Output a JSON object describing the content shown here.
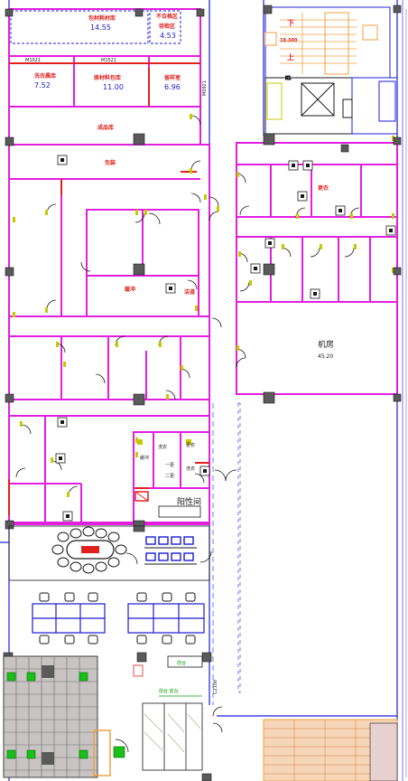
{
  "colors": {
    "wall": "#e21ee0",
    "outer": "#1d1de0",
    "column": "#5a5a5a",
    "door": "#c8c800",
    "red": "#e0201c",
    "dashed": "#1d1de0",
    "stair": "#f0a040"
  },
  "rooms": {
    "packing_room": "包材耗材库",
    "packing_area": "14.55",
    "reject_room": "不合格区",
    "reject_room_sub": "待检区",
    "reject_area": "4.53",
    "wash_room": "洗衣晨库",
    "wash_area": "7.52",
    "material_room": "原材料包库",
    "material_area": "11.00",
    "sample_room": "留样室",
    "sample_area": "6.96",
    "finished_store": "成品库",
    "packaging_area": "包装",
    "buffer": "缓冲",
    "corridor": "洁道",
    "changing": "更衣",
    "machine_room": "机房",
    "machine_area": "45.20",
    "positive_room": "阳性间",
    "door_m1": "M1021",
    "door_m2": "M1521",
    "door_m3": "M0921",
    "stair_down": "下",
    "stair_up": "上",
    "stair_elev": "18.300",
    "lift_tag": "K1",
    "small_label_1": "缓冲",
    "small_label_2": "洗衣",
    "small_label_3": "更衣",
    "small_label_4": "一更",
    "small_label_5": "二更",
    "small_label_6": "洗衣",
    "cz_label": "C2100",
    "green_label": "前台 前台",
    "box_label": "前台"
  },
  "icons": {
    "column": "structural-column-square",
    "door": "door-swing-arc",
    "stair": "staircase-hatch",
    "elevator": "elevator-cross-box",
    "table": "conference-table",
    "desk": "office-desk-cluster",
    "chair": "office-chair",
    "fire": "fire-extinguisher-box"
  }
}
